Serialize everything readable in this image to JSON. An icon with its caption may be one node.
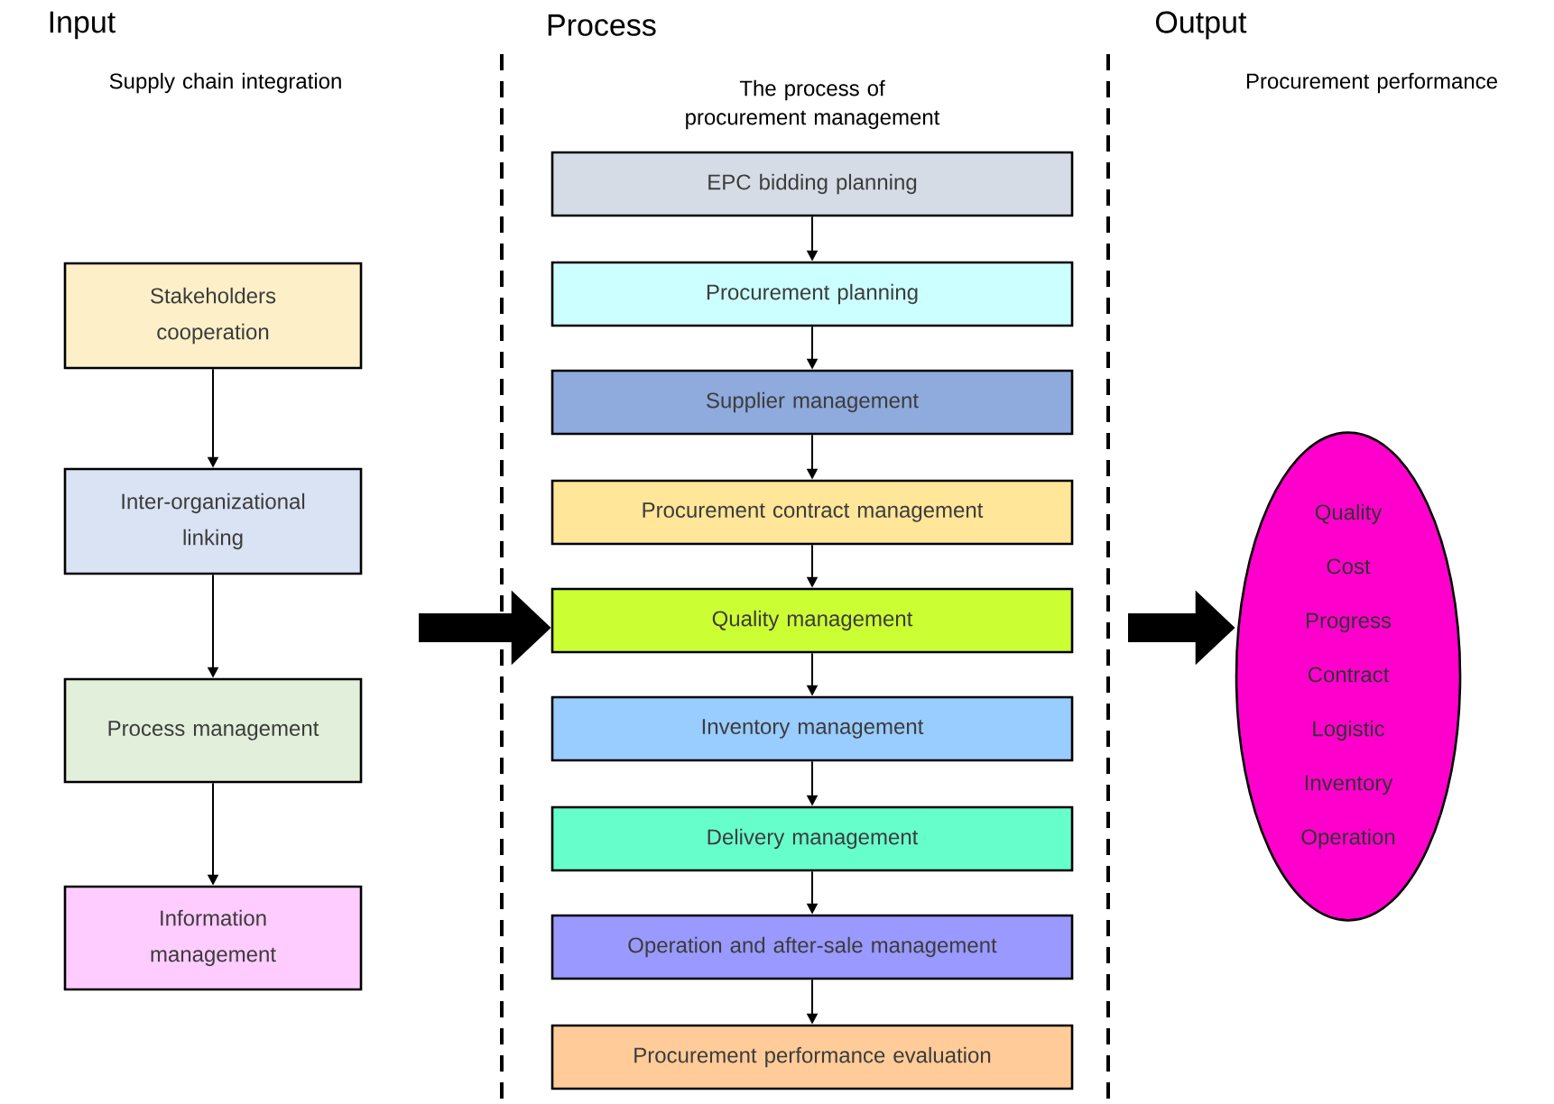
{
  "diagram": {
    "nodes": [
      {
        "text": [
          "Stakeholders cooperation"
        ]
      },
      {
        "text": [
          "Inter-organizational linking"
        ]
      },
      {
        "text": [
          "Process management"
        ]
      },
      {
        "text": [
          "Information management"
        ]
      },
      {
        "text": [
          "EPC bidding planning"
        ]
      },
      {
        "text": [
          "Procurement planning"
        ]
      },
      {
        "text": [
          "Supplier management"
        ]
      },
      {
        "text": [
          "Procurement contract management"
        ]
      },
      {
        "text": [
          "Quality management"
        ]
      },
      {
        "text": [
          "Inventory management"
        ]
      },
      {
        "text": [
          "Delivery management"
        ]
      },
      {
        "text": [
          "Operation and after-sale management"
        ]
      },
      {
        "text": [
          "Procurement performance evaluation"
        ]
      },
      {
        "text": [
          "Quality",
          "Cost",
          "Progress",
          "Contract",
          "Logistic",
          "Inventory",
          "Operation"
        ]
      }
    ],
    "edges": [
      {
        "from": 0,
        "to": 1,
        "arrow": "to"
      },
      {
        "from": 1,
        "to": 2,
        "arrow": "to"
      },
      {
        "from": 2,
        "to": 3,
        "arrow": "to"
      },
      {
        "from": 4,
        "to": 5,
        "arrow": "to"
      },
      {
        "from": 5,
        "to": 6,
        "arrow": "to"
      },
      {
        "from": 6,
        "to": 7,
        "arrow": "to"
      },
      {
        "from": 7,
        "to": 8,
        "arrow": "to"
      },
      {
        "from": 8,
        "to": 9,
        "arrow": "to"
      },
      {
        "from": 9,
        "to": 10,
        "arrow": "to"
      },
      {
        "from": 10,
        "to": 11,
        "arrow": "to"
      },
      {
        "from": 11,
        "to": 12,
        "arrow": "to"
      },
      {
        "from": null,
        "to": 8,
        "arrow": "to",
        "style": "thick"
      },
      {
        "from": null,
        "to": 13,
        "arrow": "to",
        "style": "thick"
      }
    ],
    "labels": [
      "Input",
      "Process",
      "Output",
      "Supply chain integration",
      "The process of procurement management",
      "Procurement performance"
    ]
  }
}
